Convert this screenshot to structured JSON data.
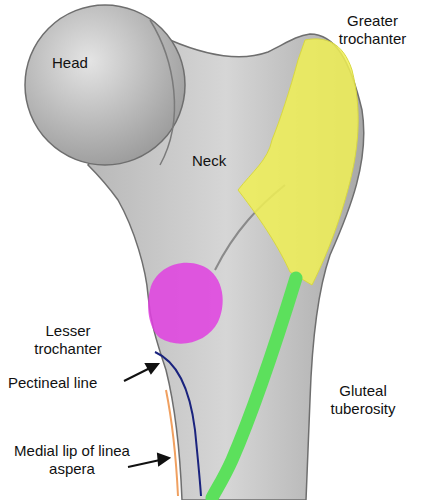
{
  "diagram": {
    "labels": [
      "Head",
      "Greater trochanter",
      "Neck",
      "Lesser trochanter",
      "Pectineal line",
      "Gluteal tuberosity",
      "Medial lip of linea aspera"
    ]
  }
}
